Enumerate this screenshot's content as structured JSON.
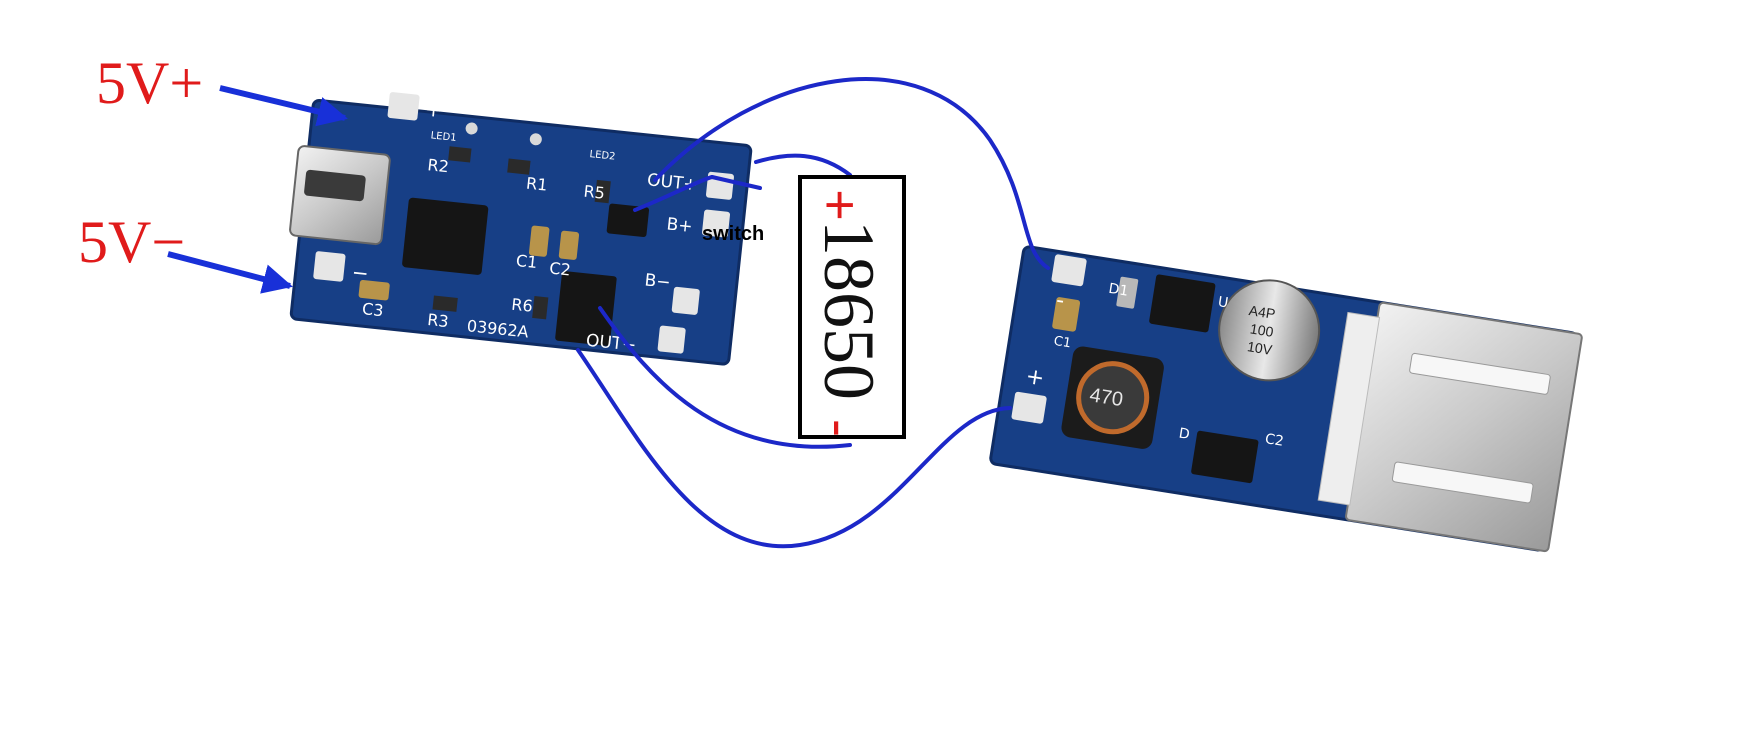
{
  "labels": {
    "input_positive": "5V+",
    "input_negative": "5V−",
    "switch": "switch",
    "battery_name": "18650",
    "battery_plus": "+",
    "battery_minus": "-"
  },
  "charger_board": {
    "pad_in_plus": "+",
    "pad_in_minus": "−",
    "pad_out_plus": "OUT+",
    "pad_b_plus": "B+",
    "pad_b_minus": "B−",
    "pad_out_minus": "OUT−",
    "silk_led1": "LED1",
    "silk_led2": "LED2",
    "silk_r2": "R2",
    "silk_r1": "R1",
    "silk_r5": "R5",
    "silk_c1": "C1",
    "silk_c2": "C2",
    "silk_r6": "R6",
    "silk_c3": "C3",
    "silk_r3": "R3",
    "silk_code": "03962A"
  },
  "boost_board": {
    "pad_minus": "-",
    "pad_plus": "+",
    "silk_d1": "D1",
    "silk_u": "U",
    "silk_c1": "C1",
    "inductor_mark": "470",
    "cap_line1": "A4P",
    "cap_line2": "100",
    "cap_line3": "10V",
    "silk_d": "D",
    "silk_c2": "C2"
  },
  "colors": {
    "label_red": "#e01b1b",
    "arrow_blue": "#1830d8",
    "wire_blue": "#1c28c8",
    "pcb_blue": "#173f86",
    "pad_silver": "#e6e6e6"
  }
}
